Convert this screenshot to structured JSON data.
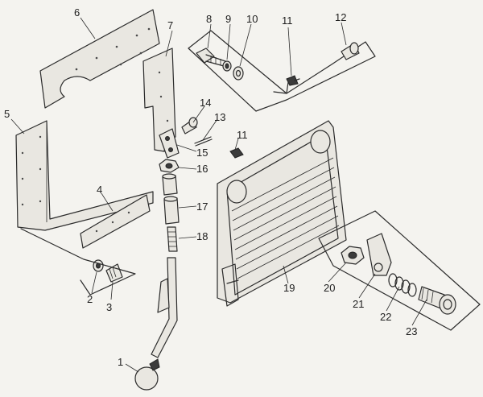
{
  "diagram": {
    "labels": [
      {
        "id": "1",
        "text": "1"
      },
      {
        "id": "2",
        "text": "2"
      },
      {
        "id": "3",
        "text": "3"
      },
      {
        "id": "4",
        "text": "4"
      },
      {
        "id": "5",
        "text": "5"
      },
      {
        "id": "6",
        "text": "6"
      },
      {
        "id": "7",
        "text": "7"
      },
      {
        "id": "8",
        "text": "8"
      },
      {
        "id": "9",
        "text": "9"
      },
      {
        "id": "10",
        "text": "10"
      },
      {
        "id": "11a",
        "text": "11"
      },
      {
        "id": "11b",
        "text": "11"
      },
      {
        "id": "12",
        "text": "12"
      },
      {
        "id": "13",
        "text": "13"
      },
      {
        "id": "14",
        "text": "14"
      },
      {
        "id": "15",
        "text": "15"
      },
      {
        "id": "16",
        "text": "16"
      },
      {
        "id": "17",
        "text": "17"
      },
      {
        "id": "18",
        "text": "18"
      },
      {
        "id": "19",
        "text": "19"
      },
      {
        "id": "20",
        "text": "20"
      },
      {
        "id": "21",
        "text": "21"
      },
      {
        "id": "22",
        "text": "22"
      },
      {
        "id": "23",
        "text": "23"
      }
    ]
  }
}
